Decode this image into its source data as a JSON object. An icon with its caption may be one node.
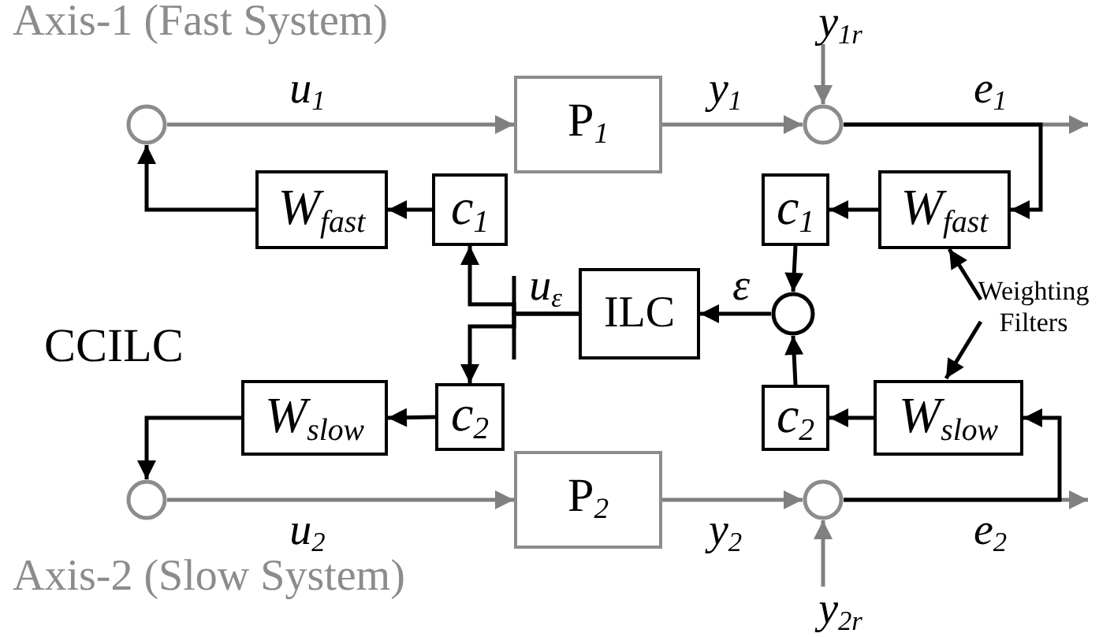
{
  "diagram": {
    "nodes": [
      {
        "text": [],
        "shape": "circle"
      },
      {
        "text": [
          "P$_{1}$"
        ]
      },
      {
        "text": [],
        "shape": "circle"
      },
      {
        "text": [
          "c$_{1}$"
        ]
      },
      {
        "text": [
          "W$_{fast}$"
        ]
      },
      {
        "text": [
          "c$_{1}$"
        ]
      },
      {
        "text": [
          "W$_{fast}$"
        ]
      },
      {
        "text": [
          "ILC"
        ]
      },
      {
        "text": [],
        "shape": "circle"
      },
      {
        "text": [
          "c$_{2}$"
        ]
      },
      {
        "text": [
          "W$_{slow}$"
        ]
      },
      {
        "text": [
          "c$_{2}$"
        ]
      },
      {
        "text": [
          "W$_{slow}$"
        ]
      },
      {
        "text": [],
        "shape": "circle"
      },
      {
        "text": [
          "P$_{2}$"
        ]
      },
      {
        "text": [],
        "shape": "circle"
      },
      {
        "text": [
          "Weighting Filters"
        ]
      }
    ],
    "edges": [
      {
        "from": 0,
        "to": 1,
        "arrow": "to",
        "label": "u$_{1}$",
        "color": "#808080"
      },
      {
        "from": 1,
        "to": 2,
        "arrow": "to",
        "label": "y$_{1}$",
        "color": "#808080"
      },
      {
        "from": null,
        "to": 2,
        "arrow": "to",
        "label": "y$_{1r}$",
        "color": "#808080"
      },
      {
        "from": 2,
        "to": null,
        "arrow": "to",
        "label": "e$_{1}$",
        "color": "#808080"
      },
      {
        "from": 2,
        "to": 6,
        "arrow": "to"
      },
      {
        "from": 6,
        "to": 5,
        "arrow": "to"
      },
      {
        "from": 5,
        "to": 8,
        "arrow": "to"
      },
      {
        "from": 8,
        "to": 7,
        "arrow": "to",
        "label": "ε"
      },
      {
        "from": 7,
        "to": 3,
        "arrow": "to",
        "label": "u$_{ε}$"
      },
      {
        "from": 7,
        "to": 9,
        "arrow": "to"
      },
      {
        "from": 3,
        "to": 4,
        "arrow": "to"
      },
      {
        "from": 4,
        "to": 0,
        "arrow": "to"
      },
      {
        "from": 9,
        "to": 10,
        "arrow": "to"
      },
      {
        "from": 10,
        "to": 13,
        "arrow": "to"
      },
      {
        "from": 13,
        "to": 14,
        "arrow": "to",
        "label": "u$_{2}$",
        "color": "#808080"
      },
      {
        "from": 14,
        "to": 15,
        "arrow": "to",
        "label": "y$_{2}$",
        "color": "#808080"
      },
      {
        "from": null,
        "to": 15,
        "arrow": "to",
        "label": "y$_{2r}$",
        "color": "#808080"
      },
      {
        "from": 15,
        "to": null,
        "arrow": "to",
        "label": "e$_{2}$",
        "color": "#808080"
      },
      {
        "from": 15,
        "to": 12,
        "arrow": "to"
      },
      {
        "from": 12,
        "to": 11,
        "arrow": "to"
      },
      {
        "from": 11,
        "to": 8,
        "arrow": "to"
      },
      {
        "from": 16,
        "to": 6,
        "arrow": "to"
      },
      {
        "from": 16,
        "to": 12,
        "arrow": "to"
      }
    ],
    "labels": [
      "Axis-1 (Fast System)",
      "CCILC",
      "Axis-2 (Slow System)"
    ]
  }
}
